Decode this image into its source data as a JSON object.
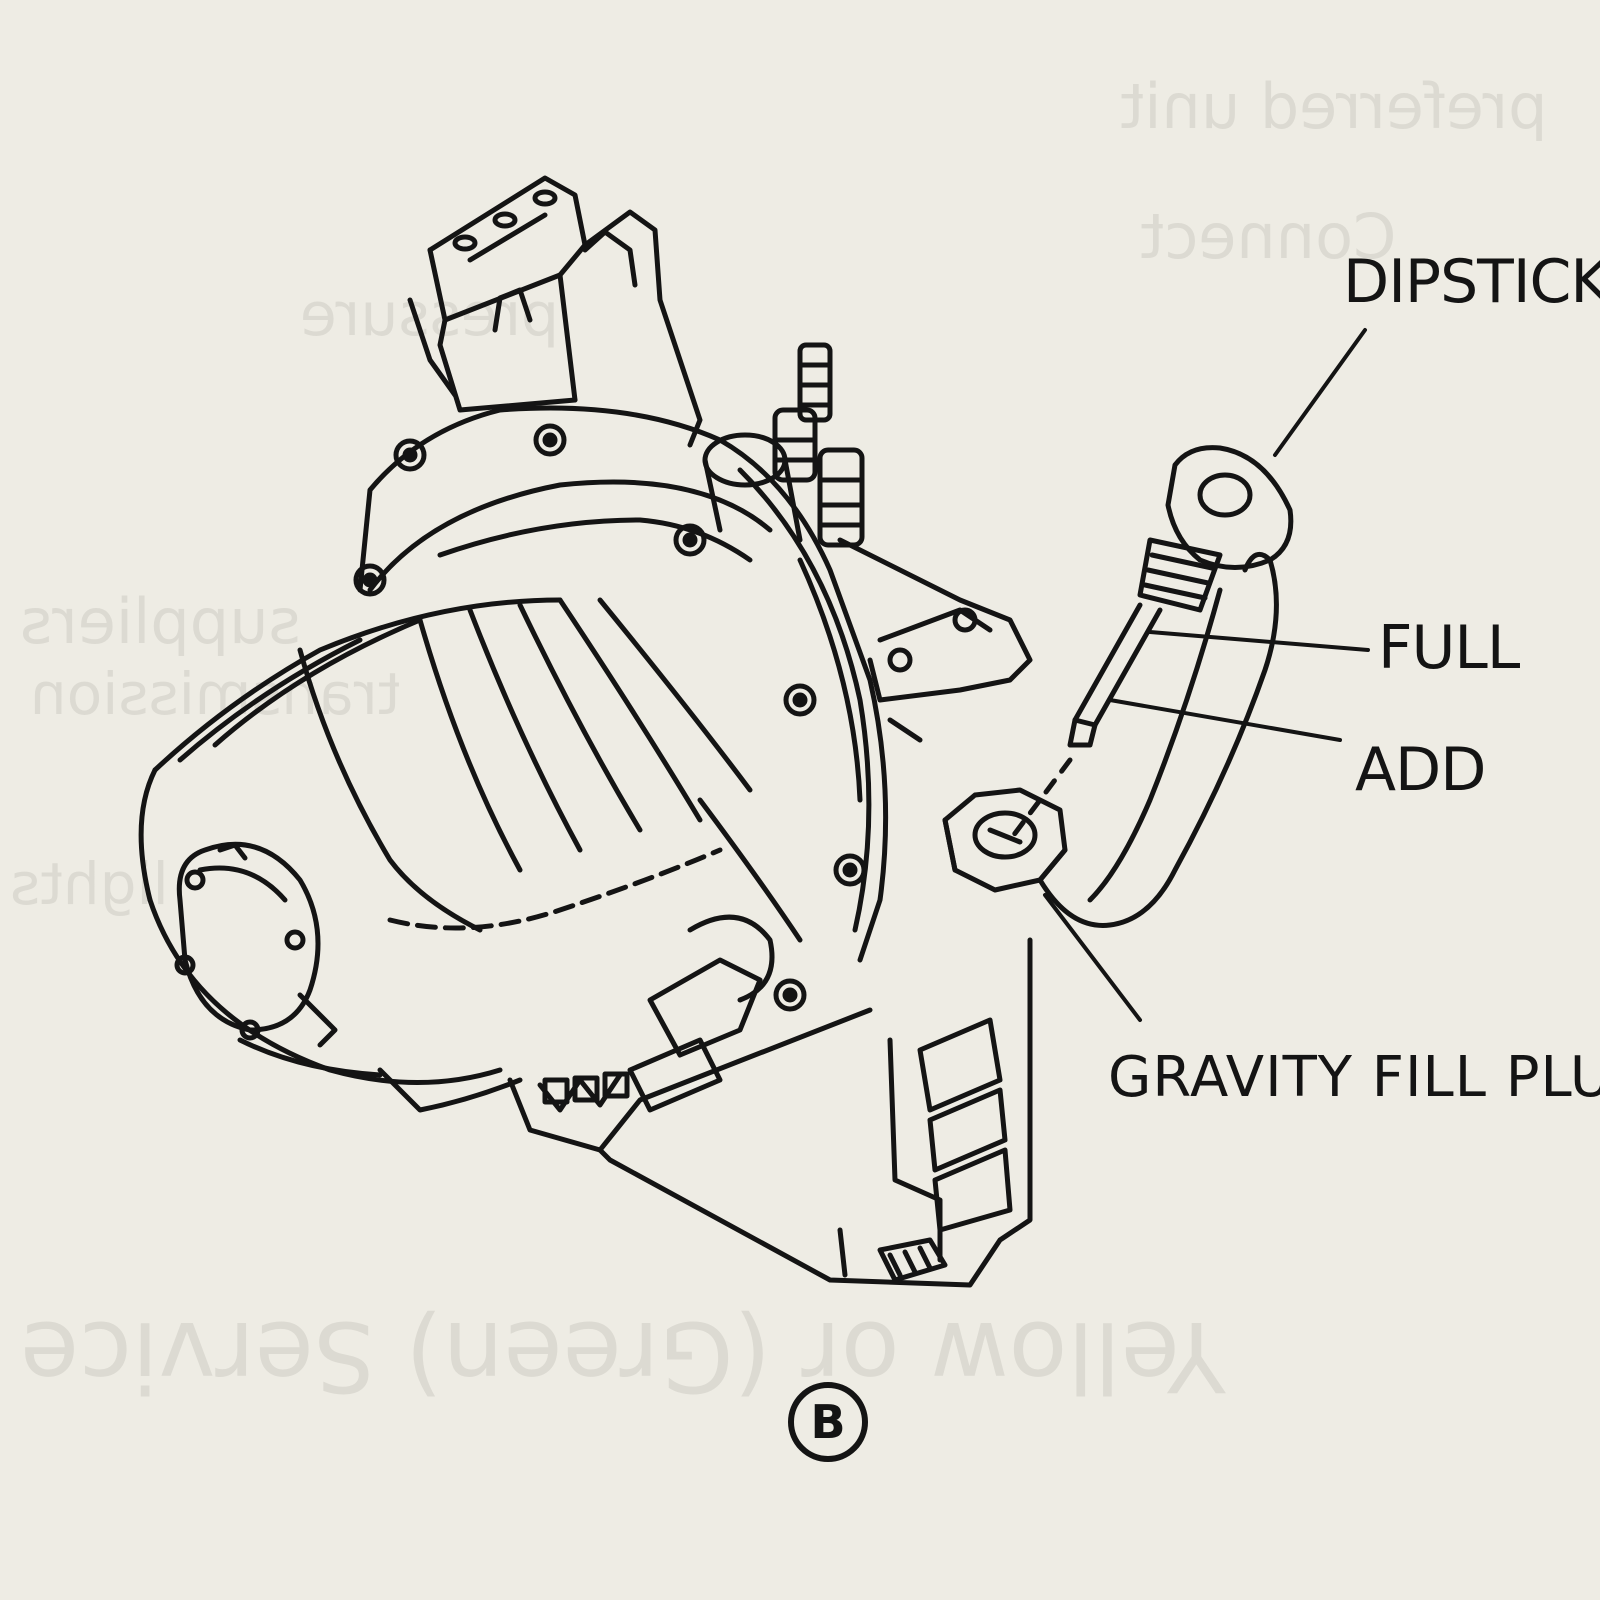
{
  "labels": {
    "dipstick": "DIPSTICK",
    "full": "FULL",
    "add": "ADD",
    "gravity_fill_plug": "GRAVITY FILL PLU"
  },
  "figure_letter": "B",
  "bleed_through": {
    "bottom_mirrored": "Yellow or (Green) Service",
    "fragments": [
      "preferred unit",
      "Connect",
      "pressure",
      "suppliers",
      "transmission",
      "lights"
    ]
  },
  "colors": {
    "paper": "#eeece4",
    "ink": "#141414",
    "bleed": "#ceccc4"
  }
}
